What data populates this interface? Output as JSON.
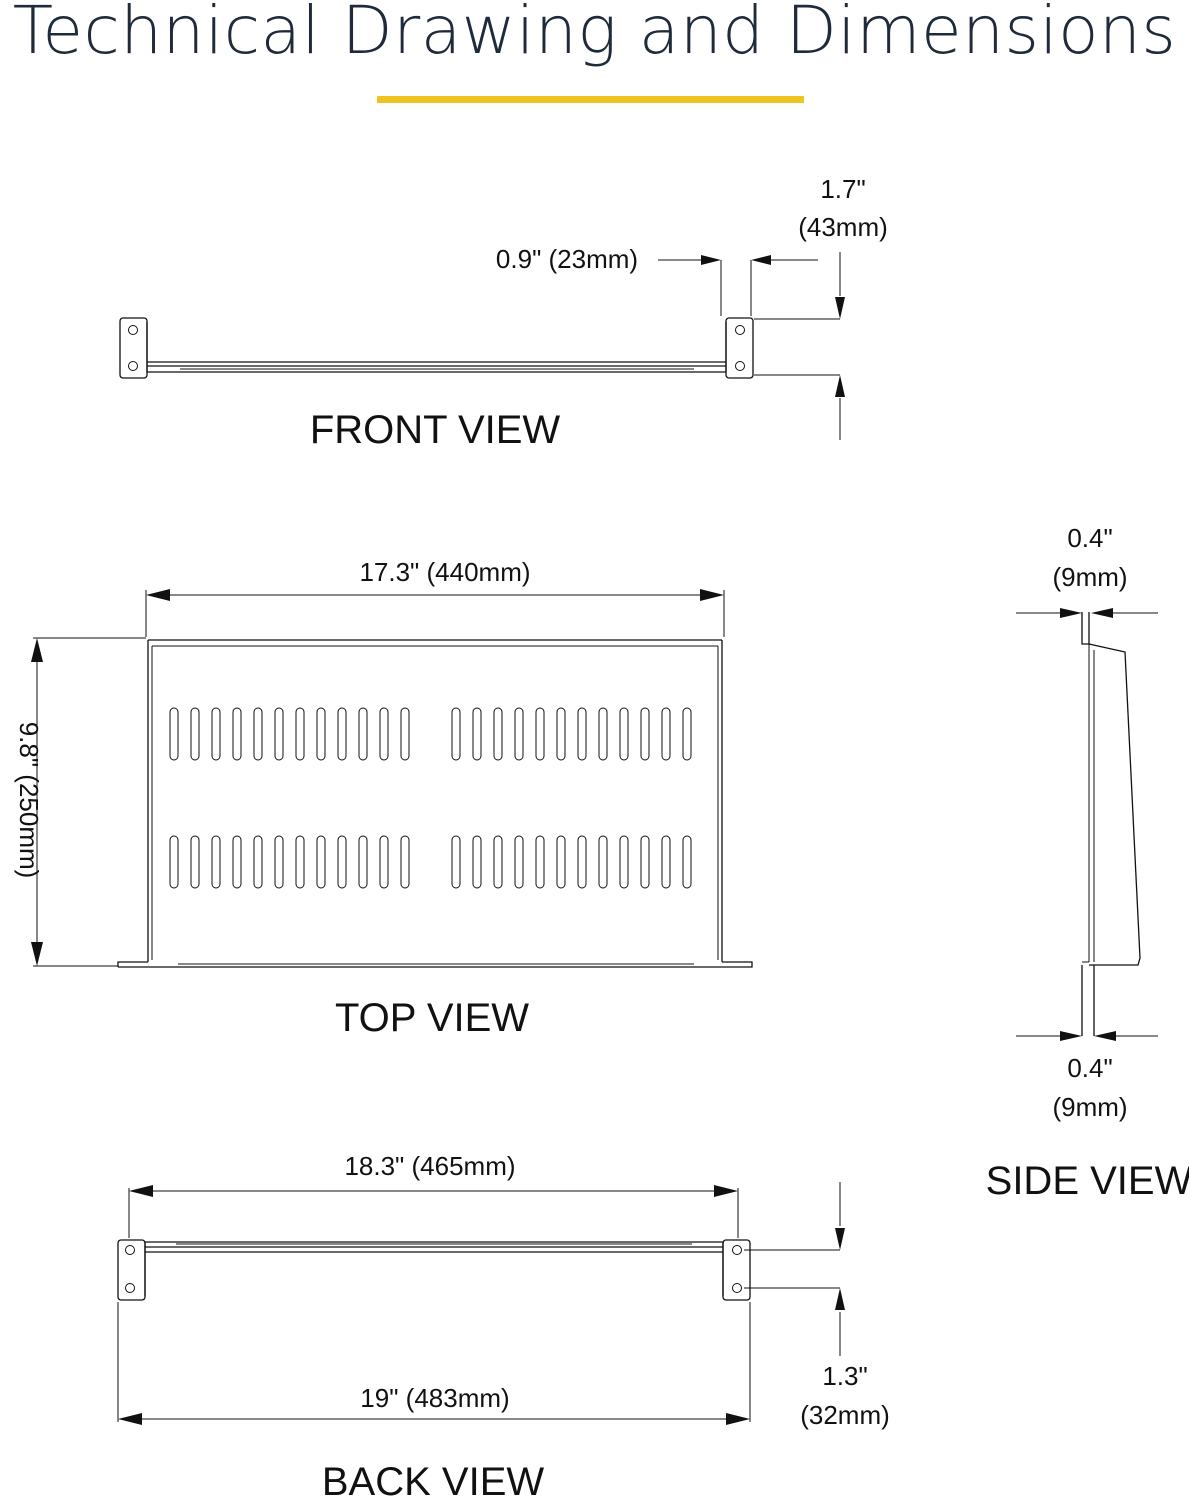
{
  "title": "Technical Drawing and Dimensions",
  "colors": {
    "accent": "#f0c420",
    "ink": "#111111",
    "title": "#1f2b3a"
  },
  "front_view": {
    "label": "FRONT VIEW",
    "dim_flange": "0.9\" (23mm)",
    "dim_height_in": "1.7\"",
    "dim_height_mm": "(43mm)"
  },
  "top_view": {
    "label": "TOP VIEW",
    "dim_width": "17.3\" (440mm)",
    "dim_depth": "9.8\" (250mm)"
  },
  "side_view": {
    "label": "SIDE VIEW",
    "dim_top_in": "0.4\"",
    "dim_top_mm": "(9mm)",
    "dim_bottom_in": "0.4\"",
    "dim_bottom_mm": "(9mm)"
  },
  "back_view": {
    "label": "BACK VIEW",
    "dim_inner_width": "18.3\" (465mm)",
    "dim_outer_width": "19\" (483mm)",
    "dim_hole_in": "1.3\"",
    "dim_hole_mm": "(32mm)"
  }
}
